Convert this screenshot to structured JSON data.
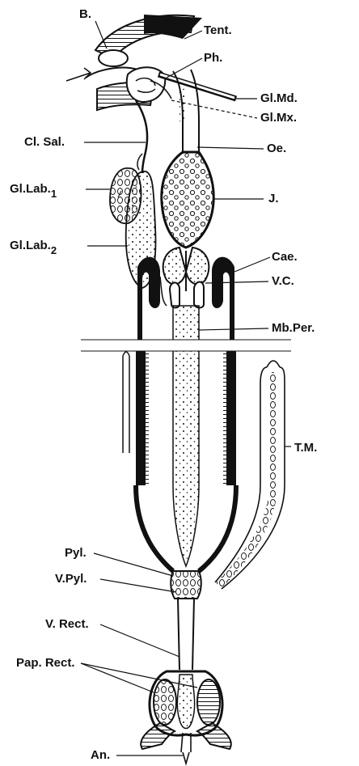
{
  "labels": {
    "b": "B.",
    "tent": "Tent.",
    "ph": "Ph.",
    "gl_md": "Gl.Md.",
    "gl_mx": "Gl.Mx.",
    "cl_sal": "Cl. Sal.",
    "oe": "Oe.",
    "gl_lab1": "Gl.Lab.",
    "gl_lab1_sub": "1",
    "j": "J.",
    "gl_lab2": "Gl.Lab.",
    "gl_lab2_sub": "2",
    "cae": "Cae.",
    "vc": "V.C.",
    "mb_per": "Mb.Per.",
    "tm": "T.M.",
    "pyl": "Pyl.",
    "v_pyl": "V.Pyl.",
    "v_rect": "V. Rect.",
    "pap_rect": "Pap. Rect.",
    "an": "An."
  },
  "colors": {
    "ink": "#111111",
    "paper": "#ffffff"
  }
}
